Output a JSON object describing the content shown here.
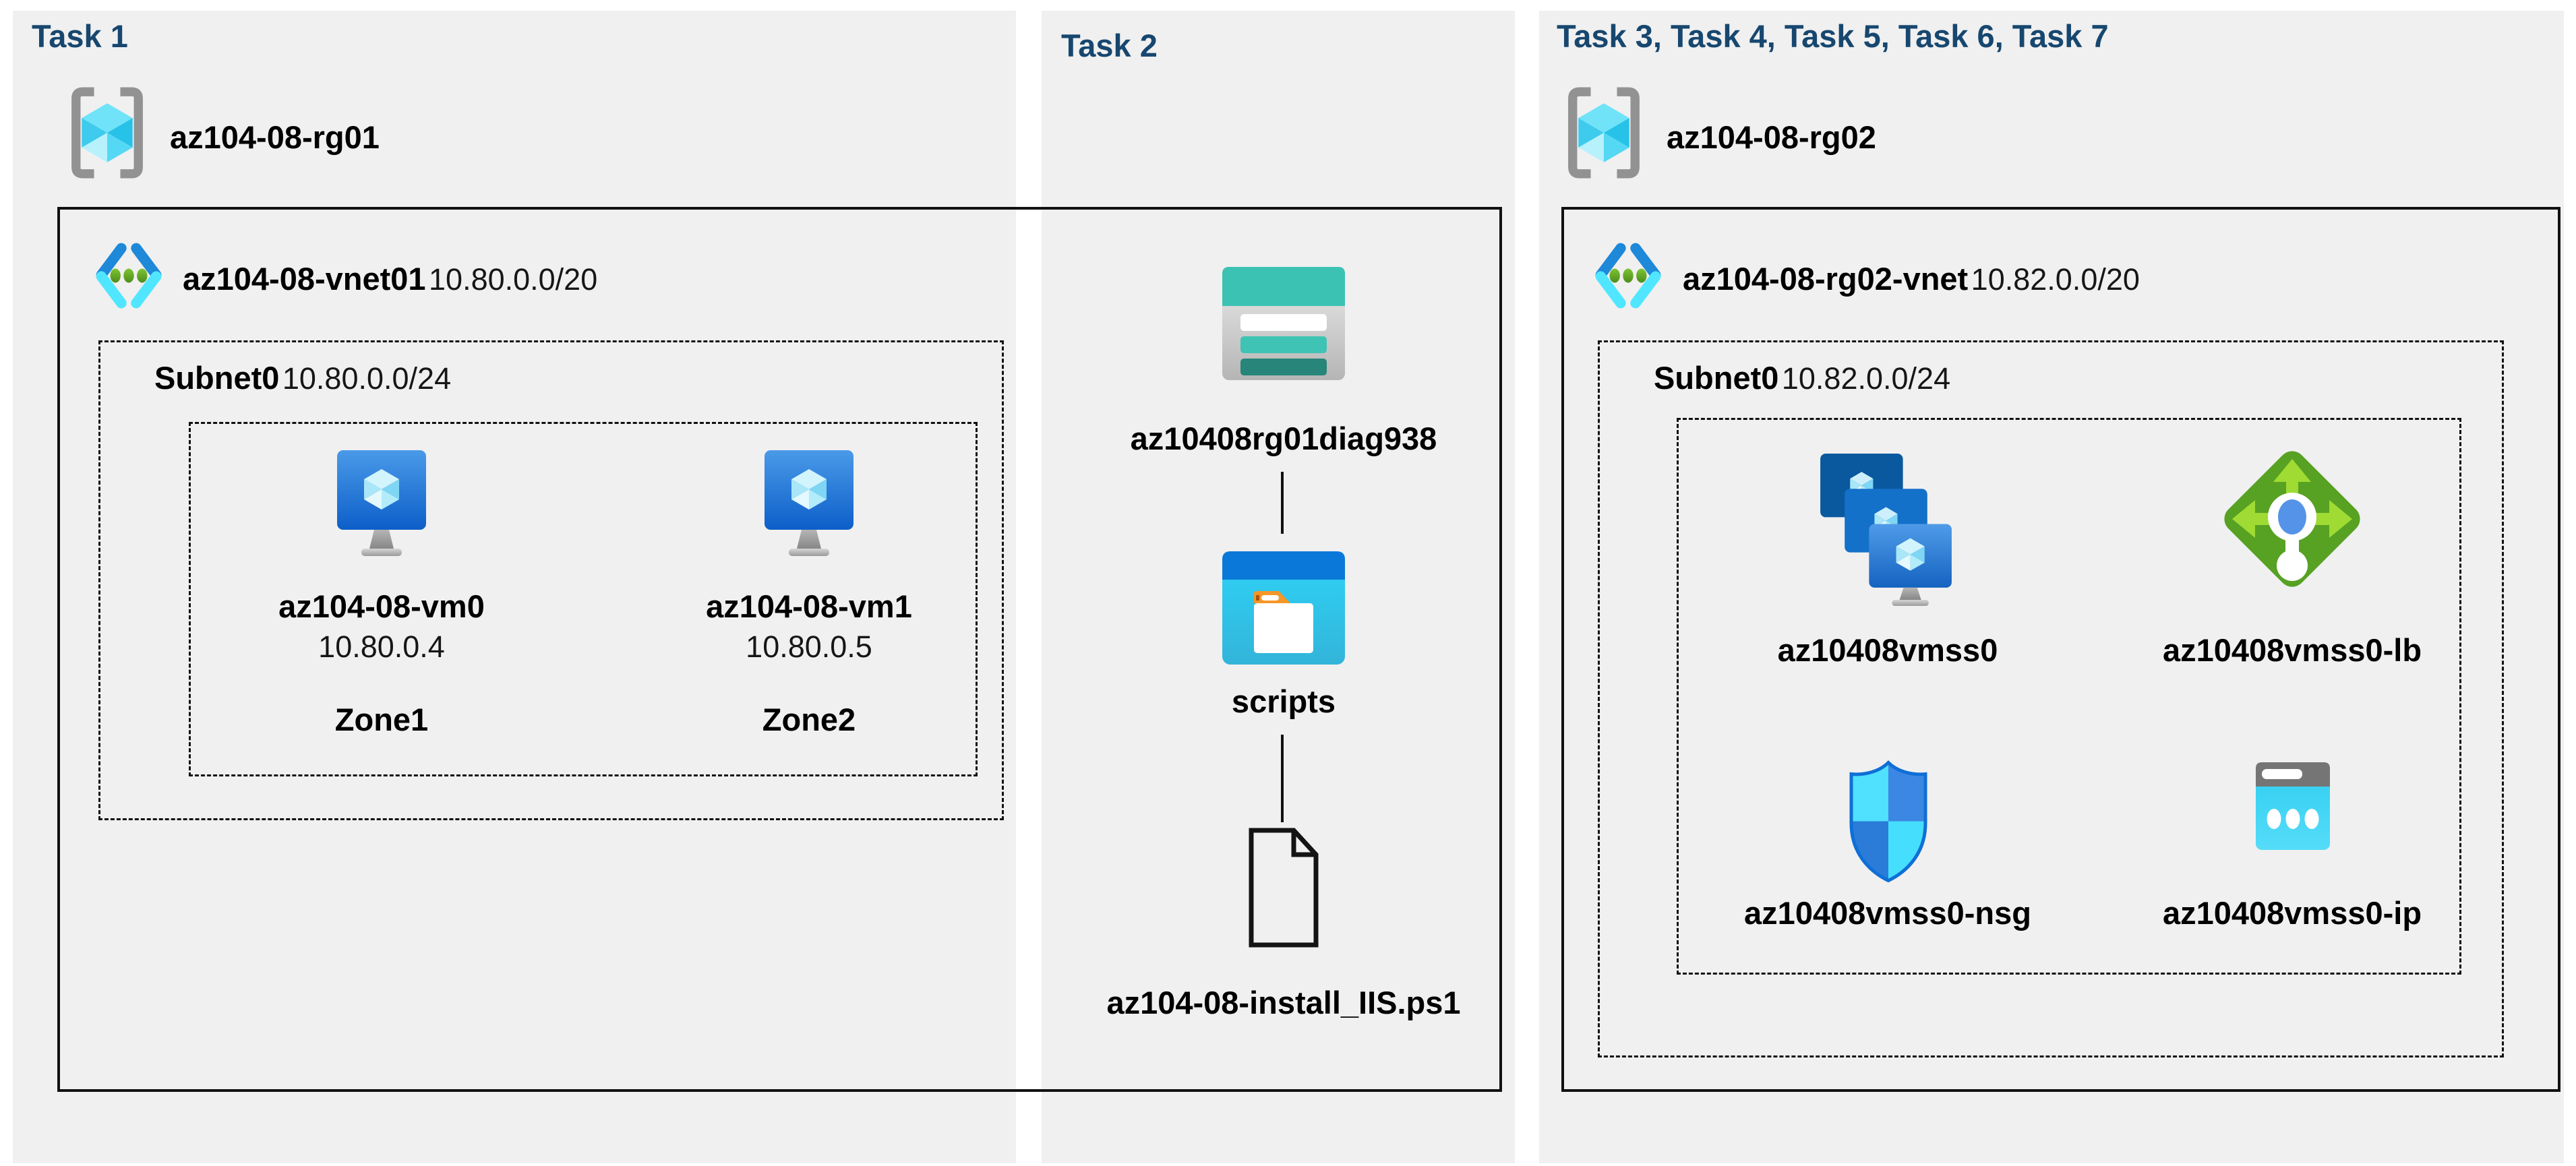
{
  "columns": {
    "task1": {
      "header": "Task 1",
      "resource_group": {
        "name": "az104-08-rg01"
      },
      "vnet": {
        "name": "az104-08-vnet01",
        "cidr": "10.80.0.0/20"
      },
      "subnet": {
        "name": "Subnet0",
        "cidr": "10.80.0.0/24"
      },
      "vms": [
        {
          "name": "az104-08-vm0",
          "ip": "10.80.0.4",
          "zone": "Zone1"
        },
        {
          "name": "az104-08-vm1",
          "ip": "10.80.0.5",
          "zone": "Zone2"
        }
      ]
    },
    "task2": {
      "header": "Task 2",
      "storage_account": "az10408rg01diag938",
      "folder": "scripts",
      "script_file": "az104-08-install_IIS.ps1"
    },
    "task3": {
      "header": "Task 3, Task 4, Task 5, Task 6, Task 7",
      "resource_group": {
        "name": "az104-08-rg02"
      },
      "vnet": {
        "name": "az104-08-rg02-vnet",
        "cidr": "10.82.0.0/20"
      },
      "subnet": {
        "name": "Subnet0",
        "cidr": "10.82.0.0/24"
      },
      "resources": [
        {
          "name": "az10408vmss0",
          "type": "virtual-machine-scale-set"
        },
        {
          "name": "az10408vmss0-lb",
          "type": "load-balancer"
        },
        {
          "name": "az10408vmss0-nsg",
          "type": "network-security-group"
        },
        {
          "name": "az10408vmss0-ip",
          "type": "public-ip-address"
        }
      ]
    }
  },
  "colors": {
    "panel_background": "#f0f0f0",
    "task_header_text": "#17476f",
    "diagram_lines": "#111111",
    "label_text": "#000000",
    "rg_bracket_gray": "#929292",
    "rg_cube_cyan": "#55d8f4",
    "vnet_chevron_blue": "#1e88d9",
    "vnet_chevron_cyan": "#50e6ff",
    "vnet_dot_green": "#6fb52a",
    "vm_monitor_blue_top": "#4a9ae8",
    "vm_monitor_blue_bottom": "#0d5fc9",
    "storage_teal": "#3bc2b3",
    "storage_teal_dark": "#27857a",
    "folder_bar_blue": "#0a78d8",
    "folder_body_cyan": "#2ed4f8",
    "folder_tab_orange": "#f59728",
    "vmss_back_blue": "#0a599f",
    "vmss_mid_blue": "#1471c9",
    "lb_diamond_green": "#57a123",
    "lb_arrow_green": "#9fdb33",
    "lb_center_blue": "#5593e8",
    "nsg_cyan": "#4fe1fd",
    "nsg_blue": "#3b87e3",
    "nsg_outline": "#0f6fd6",
    "ip_body_cyan": "#35d0f2",
    "ip_band_gray": "#757575"
  }
}
